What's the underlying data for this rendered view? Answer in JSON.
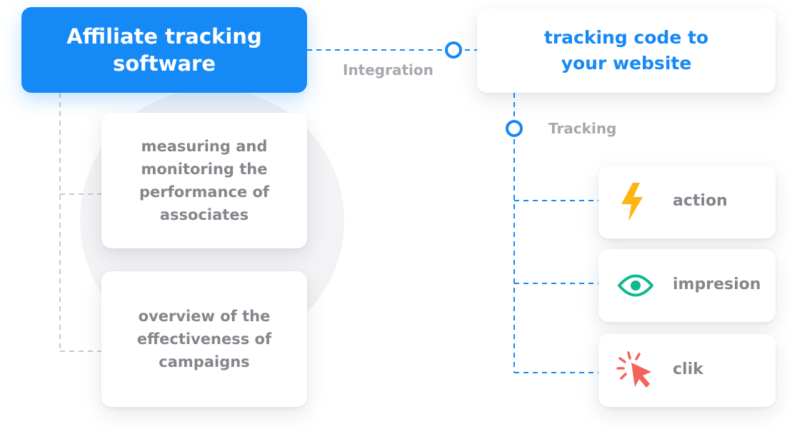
{
  "main_box": {
    "title": "Affiliate tracking software"
  },
  "integration": {
    "label": "Integration",
    "target": "tracking code to your website"
  },
  "tracking": {
    "label": "Tracking",
    "items": [
      {
        "label": "action",
        "icon": "lightning-icon",
        "color": "#fdb515"
      },
      {
        "label": "impresion",
        "icon": "eye-icon",
        "color": "#10b88f"
      },
      {
        "label": "clik",
        "icon": "cursor-click-icon",
        "color": "#f4625a"
      }
    ]
  },
  "features": [
    "measuring and monitoring the performance of associates",
    "overview of the effectiveness of campaigns"
  ],
  "colors": {
    "accent": "#1589f5",
    "muted_text": "#84868c",
    "connector_gray": "#c8c9cd"
  }
}
